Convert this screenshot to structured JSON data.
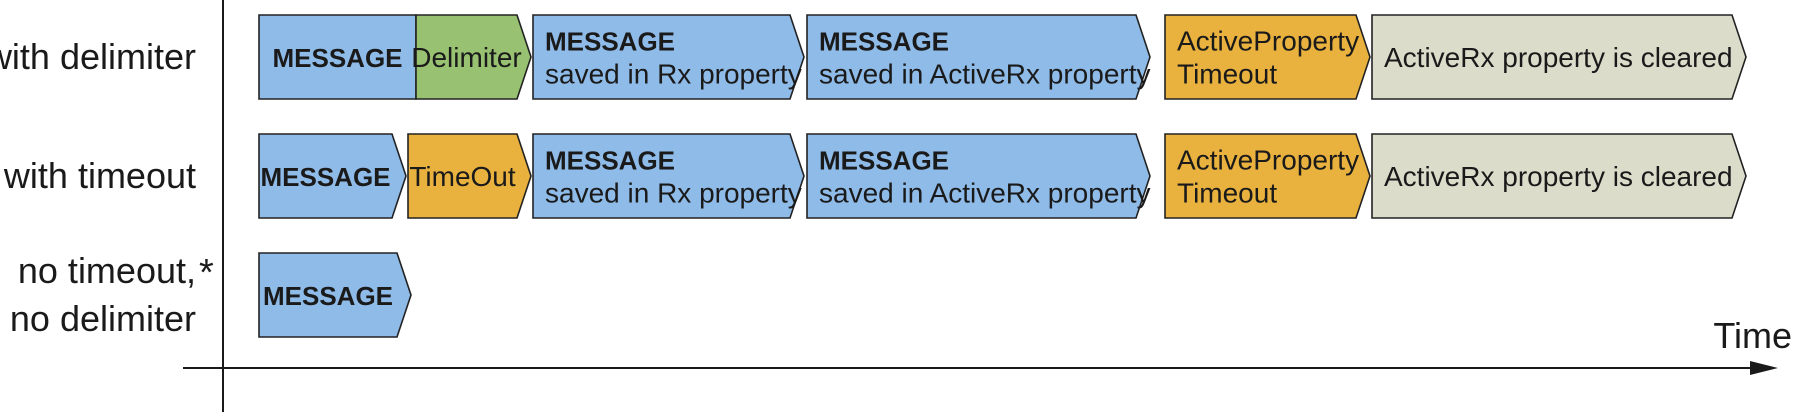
{
  "colors": {
    "message": "#8fbbe8",
    "delimiter": "#98c272",
    "timeout": "#e9b23f",
    "cleared": "#dcdccb",
    "line": "#1a1a1a"
  },
  "axis": {
    "time_label": "Time"
  },
  "rows": [
    {
      "label_lines": [
        "with delimiter"
      ],
      "asterisk": "",
      "blocks": [
        {
          "kind": "message",
          "lines": [
            {
              "text": "MESSAGE",
              "bold": true
            }
          ]
        },
        {
          "kind": "delimiter",
          "lines": [
            {
              "text": "Delimiter",
              "bold": false
            }
          ]
        },
        {
          "kind": "message",
          "lines": [
            {
              "text": "MESSAGE",
              "bold": true
            },
            {
              "text": "saved in Rx property",
              "bold": false
            }
          ]
        },
        {
          "kind": "message",
          "lines": [
            {
              "text": "MESSAGE",
              "bold": true
            },
            {
              "text": "saved in ActiveRx property",
              "bold": false
            }
          ]
        },
        {
          "kind": "timeout",
          "lines": [
            {
              "text": "ActiveProperty",
              "bold": false
            },
            {
              "text": "Timeout",
              "bold": false
            }
          ]
        },
        {
          "kind": "cleared",
          "lines": [
            {
              "text": "ActiveRx property is cleared",
              "bold": false
            }
          ]
        }
      ]
    },
    {
      "label_lines": [
        "with timeout"
      ],
      "asterisk": "",
      "blocks": [
        {
          "kind": "message",
          "lines": [
            {
              "text": "MESSAGE",
              "bold": true
            }
          ]
        },
        {
          "kind": "timeout",
          "lines": [
            {
              "text": "TimeOut",
              "bold": false
            }
          ]
        },
        {
          "kind": "message",
          "lines": [
            {
              "text": "MESSAGE",
              "bold": true
            },
            {
              "text": "saved in Rx property",
              "bold": false
            }
          ]
        },
        {
          "kind": "message",
          "lines": [
            {
              "text": "MESSAGE",
              "bold": true
            },
            {
              "text": "saved in ActiveRx property",
              "bold": false
            }
          ]
        },
        {
          "kind": "timeout",
          "lines": [
            {
              "text": "ActiveProperty",
              "bold": false
            },
            {
              "text": "Timeout",
              "bold": false
            }
          ]
        },
        {
          "kind": "cleared",
          "lines": [
            {
              "text": "ActiveRx property is cleared",
              "bold": false
            }
          ]
        }
      ]
    },
    {
      "label_lines": [
        "no timeout,",
        "no delimiter"
      ],
      "asterisk": "*",
      "blocks": [
        {
          "kind": "message",
          "lines": [
            {
              "text": "MESSAGE",
              "bold": true
            }
          ]
        }
      ]
    }
  ]
}
